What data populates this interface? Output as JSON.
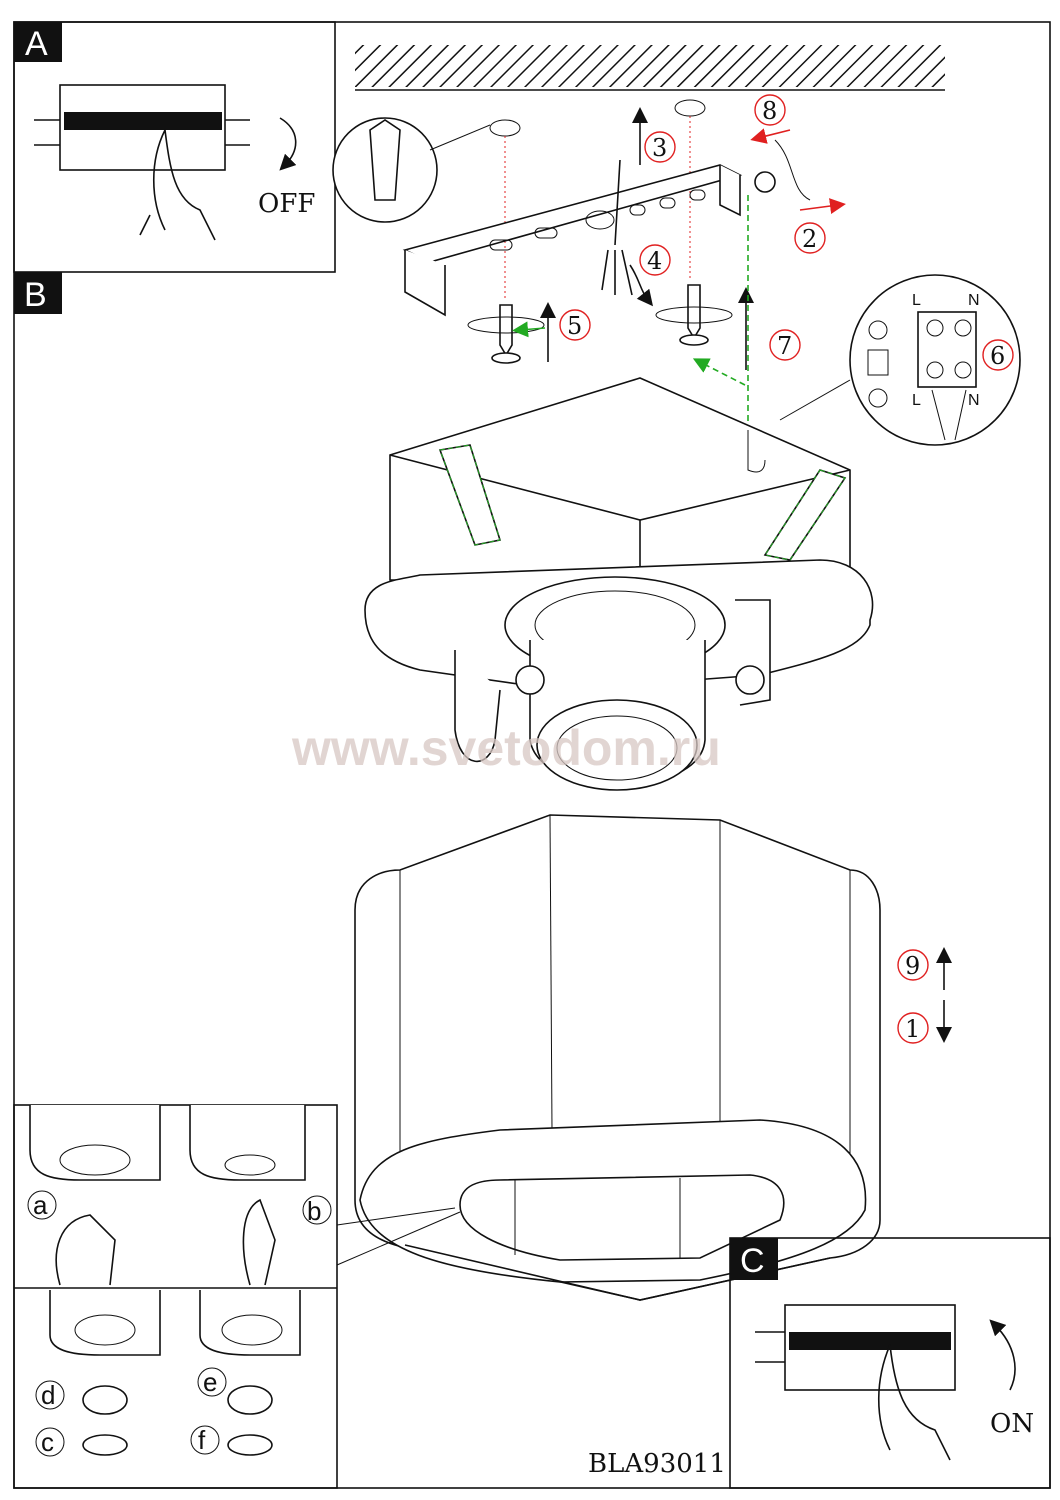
{
  "sections": {
    "a": "A",
    "b": "B",
    "c": "C"
  },
  "switch_states": {
    "off": "OFF",
    "on": "ON"
  },
  "steps": [
    "1",
    "2",
    "3",
    "4",
    "5",
    "6",
    "7",
    "8",
    "9"
  ],
  "terminal_labels": {
    "live": "L",
    "neutral": "N"
  },
  "bulb_steps": [
    "a",
    "b",
    "c",
    "d",
    "e",
    "f"
  ],
  "model_code": "BLA93011",
  "watermark": "www.svetodom.ru",
  "colors": {
    "step_circle": "#e02020",
    "guide_line": "#22aa22",
    "arrow_red": "#e02020"
  }
}
